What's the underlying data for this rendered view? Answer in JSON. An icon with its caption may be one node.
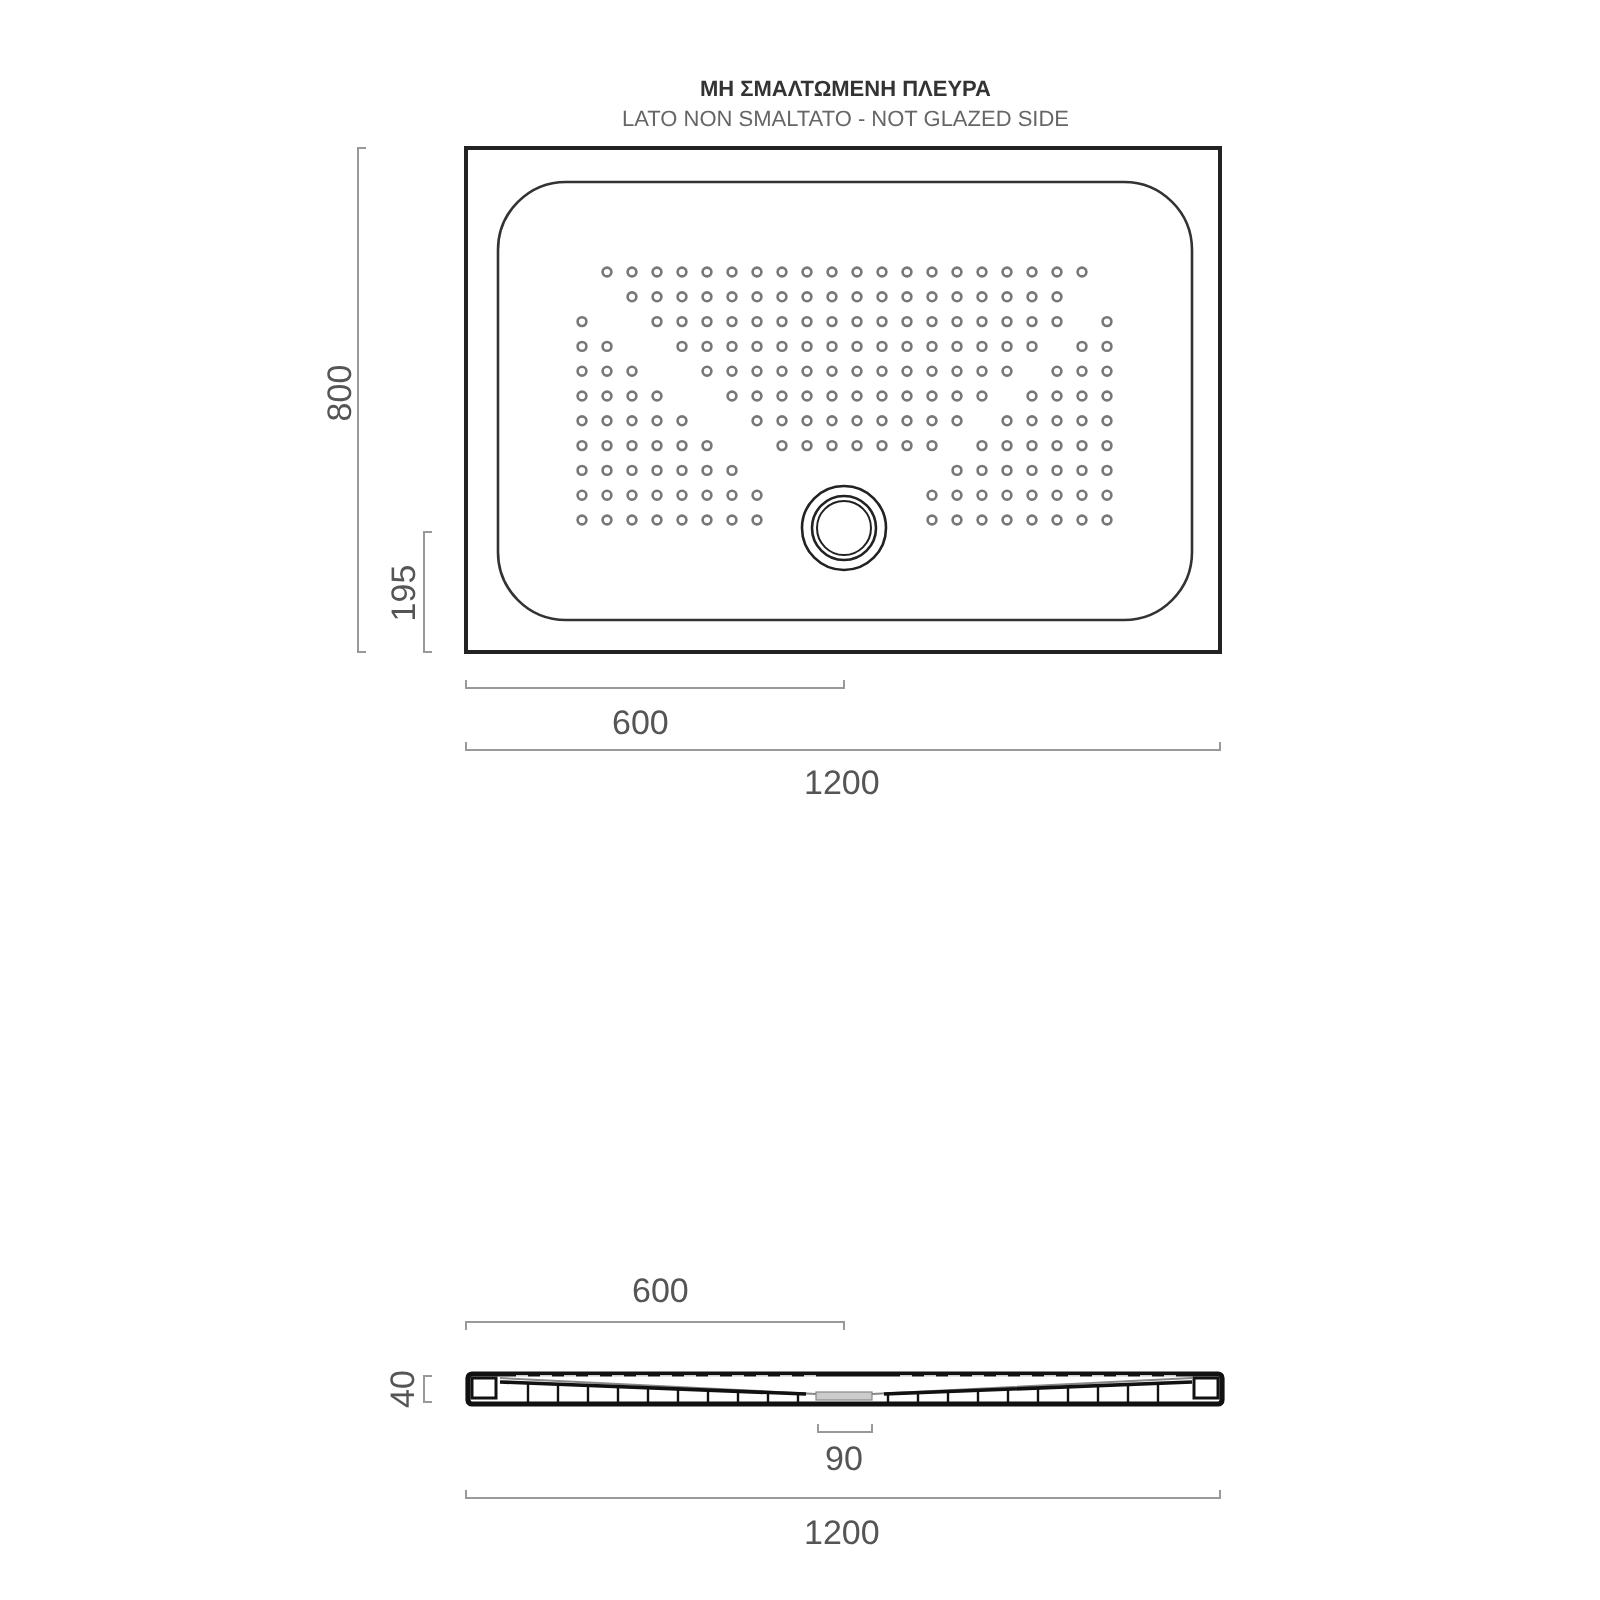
{
  "diagram": {
    "labels": [
      "ΜΗ ΣΜΑΛΤΩΜΕΝΗ ΠΛΕΥΡΑ",
      "LATO NON SMALTATO - NOT GLAZED SIDE",
      "800",
      "195",
      "600",
      "1200",
      "600",
      "40",
      "90",
      "1200"
    ]
  }
}
